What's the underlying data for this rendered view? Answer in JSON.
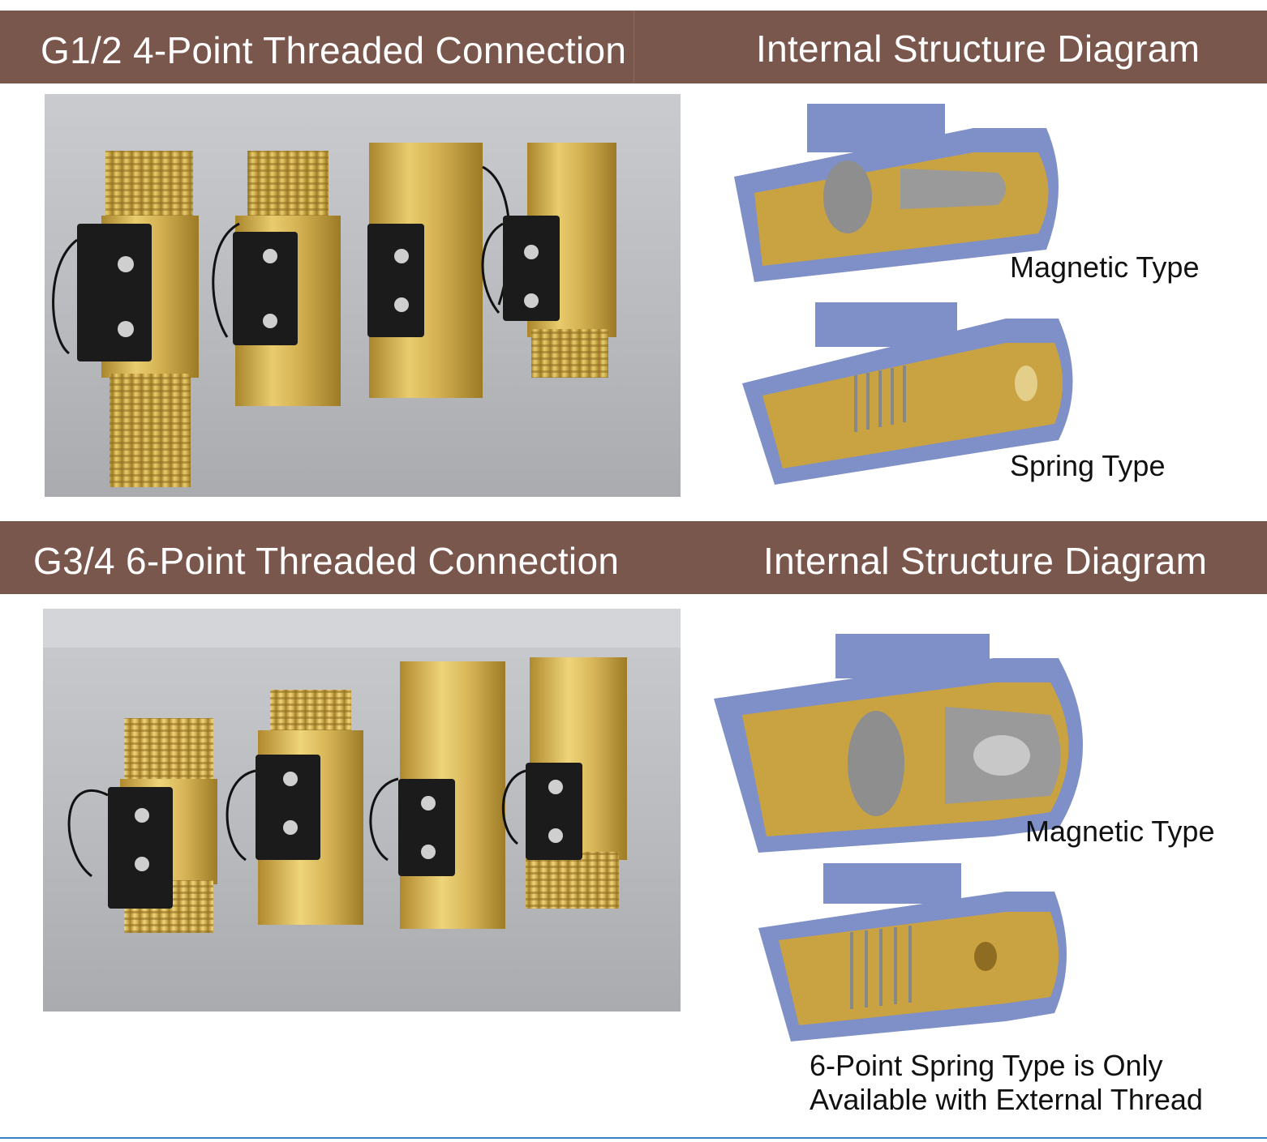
{
  "section_top": {
    "title": "G1/2 4-Point Threaded Connection",
    "diagram_title": "Internal Structure Diagram",
    "magnetic_label": "Magnetic Type",
    "spring_label": "Spring Type"
  },
  "section_bottom": {
    "title": "G3/4 6-Point Threaded Connection",
    "diagram_title": "Internal Structure Diagram",
    "magnetic_label": "Magnetic Type",
    "note_line1": "6-Point Spring Type is Only",
    "note_line2": "Available with External Thread"
  },
  "colors": {
    "header_bar": "#7a574d",
    "brass": "#c9a341",
    "cutaway_blue": "#7f8fc7",
    "switch_black": "#1b1b1b"
  }
}
